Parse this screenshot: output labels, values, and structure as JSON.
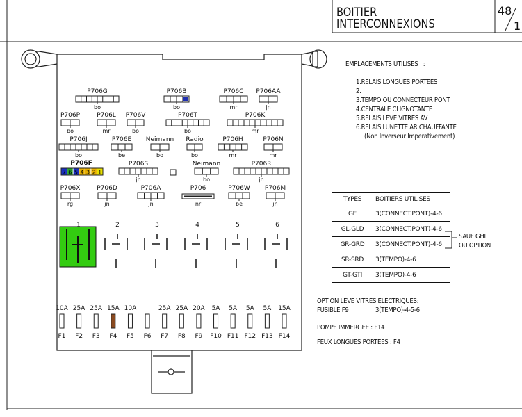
{
  "header": {
    "title_line1": "BOITIER",
    "title_line2": "INTERCONNEXIONS",
    "page_top": "48",
    "page_bottom": "1"
  },
  "connectors": [
    {
      "id": "P706G",
      "color": "bo"
    },
    {
      "id": "P706B",
      "color": "bo"
    },
    {
      "id": "P706C",
      "color": "mr"
    },
    {
      "id": "P706AA",
      "color": "jn"
    },
    {
      "id": "P706P",
      "color": "bo"
    },
    {
      "id": "P706L",
      "color": "mr"
    },
    {
      "id": "P706V",
      "color": "bo"
    },
    {
      "id": "P706T",
      "color": "bo"
    },
    {
      "id": "P706K",
      "color": "mr"
    },
    {
      "id": "P706J",
      "color": "bo"
    },
    {
      "id": "P706E",
      "color": "be"
    },
    {
      "id": "Neimann",
      "color": "bo"
    },
    {
      "id": "Radio",
      "color": "bo"
    },
    {
      "id": "P706H",
      "color": "mr"
    },
    {
      "id": "P706N",
      "color": "mr"
    },
    {
      "id": "P706F",
      "color": ""
    },
    {
      "id": "P706S",
      "color": "jn"
    },
    {
      "id": "Neimann",
      "color": "bo"
    },
    {
      "id": "P706R",
      "color": "jn"
    },
    {
      "id": "P706X",
      "color": "rg"
    },
    {
      "id": "P706D",
      "color": "jn"
    },
    {
      "id": "P706A",
      "color": "jn"
    },
    {
      "id": "P706",
      "color": "nr"
    },
    {
      "id": "P706W",
      "color": "be"
    },
    {
      "id": "P706M",
      "color": "jn"
    }
  ],
  "p706f_pins": [
    "7",
    "6",
    "5",
    "4",
    "3",
    "2",
    "1"
  ],
  "relay_numbers": [
    "1",
    "2",
    "3",
    "4",
    "5",
    "6"
  ],
  "fuses": [
    {
      "rating": "10A",
      "label": "F1"
    },
    {
      "rating": "25A",
      "label": "F2"
    },
    {
      "rating": "25A",
      "label": "F3"
    },
    {
      "rating": "15A",
      "label": "F4"
    },
    {
      "rating": "10A",
      "label": "F5"
    },
    {
      "rating": "",
      "label": "F6"
    },
    {
      "rating": "25A",
      "label": "F7"
    },
    {
      "rating": "25A",
      "label": "F8"
    },
    {
      "rating": "20A",
      "label": "F9"
    },
    {
      "rating": "5A",
      "label": "F10"
    },
    {
      "rating": "5A",
      "label": "F11"
    },
    {
      "rating": "5A",
      "label": "F12"
    },
    {
      "rating": "5A",
      "label": "F13"
    },
    {
      "rating": "15A",
      "label": "F14"
    }
  ],
  "locations": {
    "heading": "EMPLACEMENTS UTILISES",
    "heading_suffix": ":",
    "items": [
      "1.RELAIS LONGUES PORTEES",
      "2.",
      "3.TEMPO OU CONNECTEUR PONT",
      "4.CENTRALE CLIGNOTANTE",
      "5.RELAIS LEVE VITRES AV",
      "6.RELAIS LUNETTE AR CHAUFFANTE",
      "(Non Inverseur Imperativement)"
    ]
  },
  "types_table": {
    "headers": [
      "TYPES",
      "BOITIERS UTILISES"
    ],
    "rows": [
      {
        "type": "GE",
        "boitier": "3(CONNECT.PONT)-4-6"
      },
      {
        "type": "GL-GLD",
        "boitier": "3(CONNECT.PONT)-4-6"
      },
      {
        "type": "GR-GRD",
        "boitier": "3(CONNECT.PONT)-4-6"
      },
      {
        "type": "SR-SRD",
        "boitier": "3(TEMPO)-4-6"
      },
      {
        "type": "GT-GTI",
        "boitier": "3(TEMPO)-4-6"
      }
    ],
    "note_line1": "SAUF GHI",
    "note_line2": "OU OPTION"
  },
  "notes": {
    "option_line1": "OPTION LEVE VITRES ELECTRIQUES:",
    "option_line2a": "FUSIBLE F9",
    "option_line2b": "3(TEMPO)-4-5-6",
    "pompe": "POMPE IMMERGEE  : F14",
    "feux": "FEUX LONGUES PORTEES  : F4"
  }
}
